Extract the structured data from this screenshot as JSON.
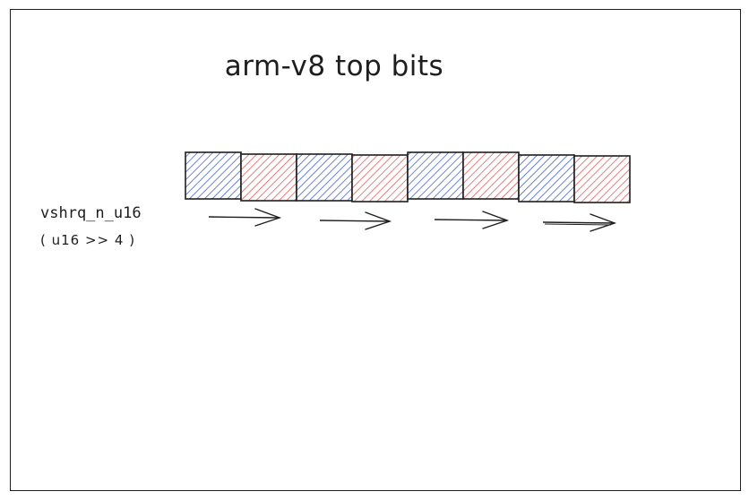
{
  "diagram": {
    "title": "arm-v8 top bits",
    "operation": "vshrq_n_u16",
    "expression": "( u16 >> 4 )",
    "cells": [
      {
        "color": "blue"
      },
      {
        "color": "red"
      },
      {
        "color": "blue"
      },
      {
        "color": "red"
      },
      {
        "color": "blue"
      },
      {
        "color": "red"
      },
      {
        "color": "blue"
      },
      {
        "color": "red"
      }
    ],
    "arrow_count": 4,
    "colors": {
      "blue": "#4a63c8",
      "red": "#e06060",
      "stroke": "#1e1e1e",
      "background": "#ffffff"
    }
  }
}
